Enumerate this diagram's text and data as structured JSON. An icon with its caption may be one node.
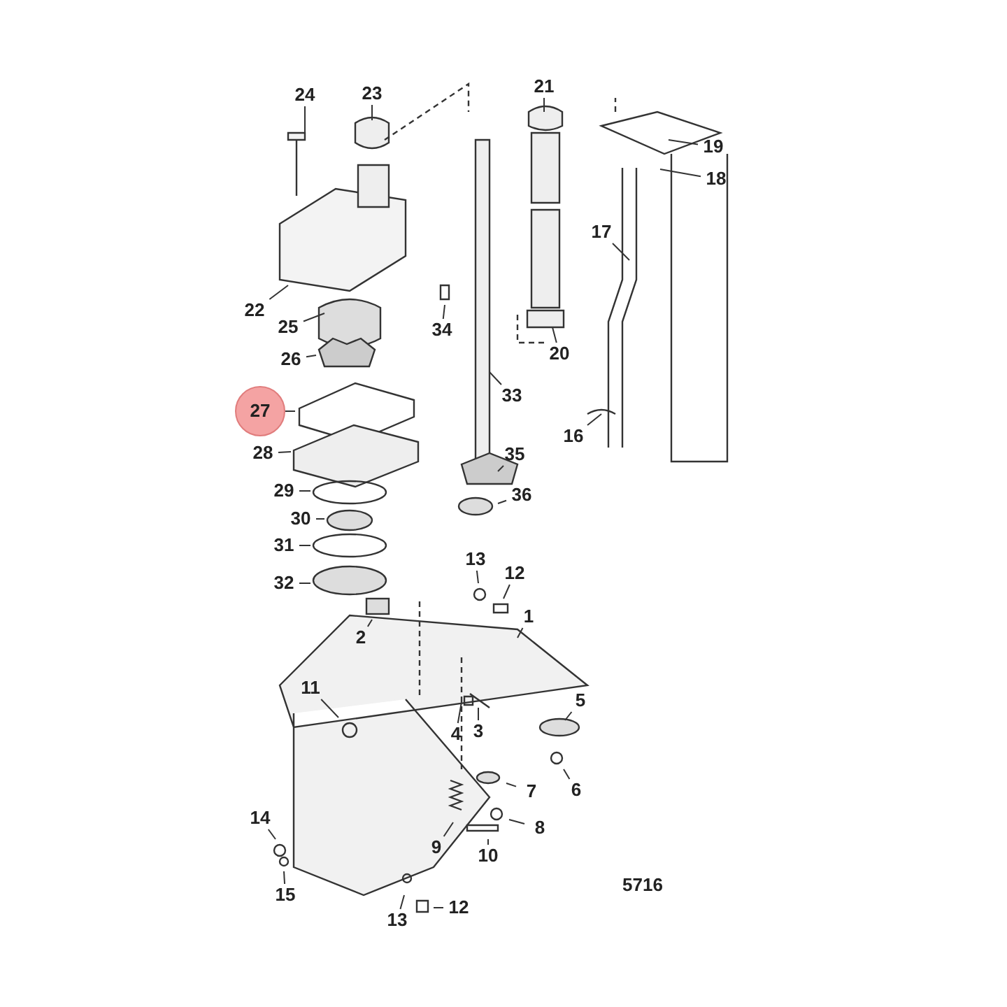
{
  "diagram": {
    "nodes": [
      {
        "text": [
          "21"
        ]
      },
      {
        "text": [
          "23"
        ]
      },
      {
        "text": [
          "24"
        ]
      },
      {
        "text": [
          "19"
        ]
      },
      {
        "text": [
          "18"
        ]
      },
      {
        "text": [
          "17"
        ]
      },
      {
        "text": [
          "22"
        ]
      },
      {
        "text": [
          "25"
        ]
      },
      {
        "text": [
          "34"
        ]
      },
      {
        "text": [
          "20"
        ]
      },
      {
        "text": [
          "26"
        ]
      },
      {
        "text": [
          "33"
        ]
      },
      {
        "text": [
          "27"
        ]
      },
      {
        "text": [
          "16"
        ]
      },
      {
        "text": [
          "28"
        ]
      },
      {
        "text": [
          "35"
        ]
      },
      {
        "text": [
          "29"
        ]
      },
      {
        "text": [
          "36"
        ]
      },
      {
        "text": [
          "30"
        ]
      },
      {
        "text": [
          "31"
        ]
      },
      {
        "text": [
          "13"
        ]
      },
      {
        "text": [
          "12"
        ]
      },
      {
        "text": [
          "32"
        ]
      },
      {
        "text": [
          "1"
        ]
      },
      {
        "text": [
          "2"
        ]
      },
      {
        "text": [
          "11"
        ]
      },
      {
        "text": [
          "5"
        ]
      },
      {
        "text": [
          "3"
        ]
      },
      {
        "text": [
          "4"
        ]
      },
      {
        "text": [
          "6"
        ]
      },
      {
        "text": [
          "7"
        ]
      },
      {
        "text": [
          "14"
        ]
      },
      {
        "text": [
          "8"
        ]
      },
      {
        "text": [
          "9"
        ]
      },
      {
        "text": [
          "10"
        ]
      },
      {
        "text": [
          "15"
        ]
      },
      {
        "text": [
          "12"
        ]
      },
      {
        "text": [
          "13"
        ]
      }
    ],
    "edges": [
      {
        "from": 0,
        "to": null,
        "arrow": "none"
      },
      {
        "from": 1,
        "to": null,
        "arrow": "none"
      },
      {
        "from": 2,
        "to": null,
        "arrow": "none"
      },
      {
        "from": 3,
        "to": null,
        "arrow": "none"
      },
      {
        "from": 4,
        "to": null,
        "arrow": "none"
      },
      {
        "from": 5,
        "to": null,
        "arrow": "none"
      },
      {
        "from": 6,
        "to": null,
        "arrow": "none"
      },
      {
        "from": 7,
        "to": null,
        "arrow": "none"
      },
      {
        "from": 8,
        "to": null,
        "arrow": "none"
      },
      {
        "from": 9,
        "to": null,
        "arrow": "none"
      },
      {
        "from": 10,
        "to": null,
        "arrow": "none"
      },
      {
        "from": 11,
        "to": null,
        "arrow": "none"
      },
      {
        "from": 12,
        "to": null,
        "arrow": "none"
      },
      {
        "from": 13,
        "to": null,
        "arrow": "none"
      },
      {
        "from": 14,
        "to": null,
        "arrow": "none"
      },
      {
        "from": 15,
        "to": null,
        "arrow": "none"
      },
      {
        "from": 16,
        "to": null,
        "arrow": "none"
      },
      {
        "from": 17,
        "to": null,
        "arrow": "none"
      },
      {
        "from": 18,
        "to": null,
        "arrow": "none"
      },
      {
        "from": 19,
        "to": null,
        "arrow": "none"
      },
      {
        "from": 20,
        "to": null,
        "arrow": "none"
      },
      {
        "from": 21,
        "to": null,
        "arrow": "none"
      },
      {
        "from": 22,
        "to": null,
        "arrow": "none"
      },
      {
        "from": 23,
        "to": null,
        "arrow": "none"
      },
      {
        "from": 24,
        "to": null,
        "arrow": "none"
      },
      {
        "from": 25,
        "to": null,
        "arrow": "none"
      },
      {
        "from": 26,
        "to": null,
        "arrow": "none"
      },
      {
        "from": 27,
        "to": null,
        "arrow": "none"
      },
      {
        "from": 28,
        "to": null,
        "arrow": "none"
      },
      {
        "from": 29,
        "to": null,
        "arrow": "none"
      },
      {
        "from": 30,
        "to": null,
        "arrow": "none"
      },
      {
        "from": 31,
        "to": null,
        "arrow": "none"
      },
      {
        "from": 32,
        "to": null,
        "arrow": "none"
      },
      {
        "from": 33,
        "to": null,
        "arrow": "none"
      },
      {
        "from": 34,
        "to": null,
        "arrow": "none"
      },
      {
        "from": 35,
        "to": null,
        "arrow": "none"
      },
      {
        "from": 36,
        "to": null,
        "arrow": "none"
      },
      {
        "from": 37,
        "to": null,
        "arrow": "none"
      }
    ],
    "labels": [
      "5716"
    ]
  }
}
